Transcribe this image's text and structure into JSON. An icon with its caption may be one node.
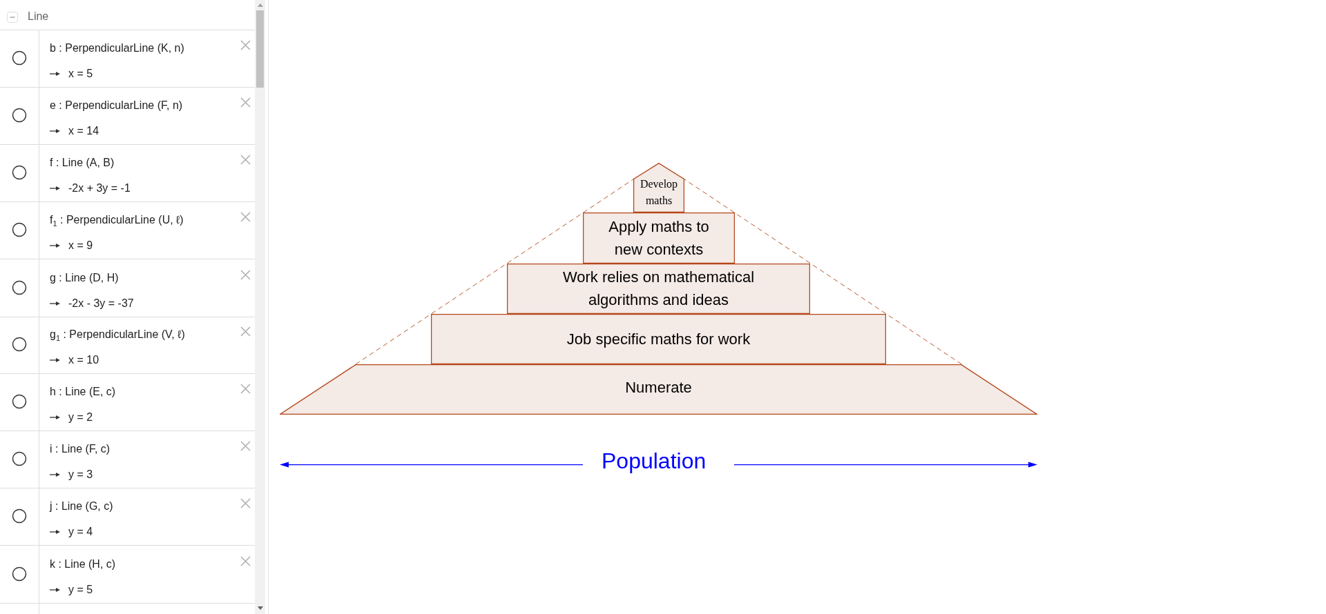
{
  "diagram": {
    "nodes": [
      {
        "text": [
          "b : PerpendicularLine (K, n)",
          "x = 5"
        ]
      },
      {
        "text": [
          "e : PerpendicularLine (F, n)",
          "x = 14"
        ]
      },
      {
        "text": [
          "f : Line (A, B)",
          "-2x + 3y = -1"
        ]
      },
      {
        "text": [
          "f$_{1}$ : PerpendicularLine (U, ℓ)",
          "x = 9"
        ]
      },
      {
        "text": [
          "g : Line (D, H)",
          "-2x - 3y = -37"
        ]
      },
      {
        "text": [
          "g$_{1}$ : PerpendicularLine (V, ℓ)",
          "x = 10"
        ]
      },
      {
        "text": [
          "h : Line (E, c)",
          "y = 2"
        ]
      },
      {
        "text": [
          "i : Line (F, c)",
          "y = 3"
        ]
      },
      {
        "text": [
          "j : Line (G, c)",
          "y = 4"
        ]
      },
      {
        "text": [
          "k : Line (H, c)",
          "y = 5"
        ]
      },
      {
        "text": [
          "Develop maths"
        ]
      },
      {
        "text": [
          "Apply maths to new contexts"
        ]
      },
      {
        "text": [
          "Work relies on mathematical algorithms and ideas"
        ]
      },
      {
        "text": [
          "Job specific maths for work"
        ]
      },
      {
        "text": [
          "Numerate"
        ]
      }
    ],
    "labels": [
      "Line",
      "Population"
    ]
  }
}
